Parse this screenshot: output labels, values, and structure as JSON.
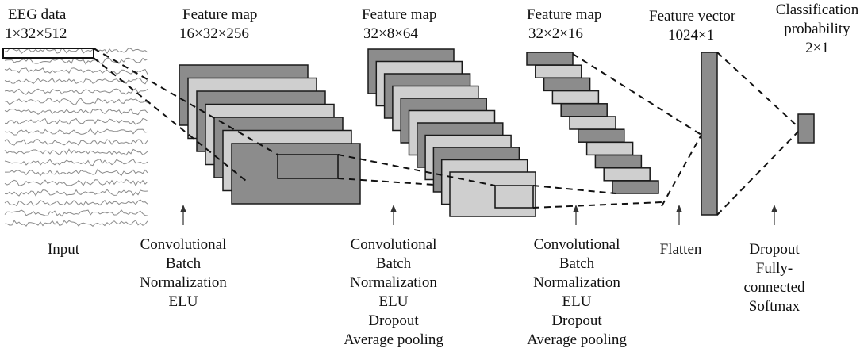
{
  "stages": [
    {
      "title": "EEG data",
      "dims": "1×32×512"
    },
    {
      "title": "Feature map",
      "dims": "16×32×256"
    },
    {
      "title": "Feature map",
      "dims": "32×8×64"
    },
    {
      "title": "Feature map",
      "dims": "32×2×16"
    },
    {
      "title": "Feature vector",
      "dims": "1024×1"
    },
    {
      "title": "Classification",
      "title2": "probability",
      "dims": "2×1"
    }
  ],
  "operations": [
    {
      "lines": [
        "Input"
      ]
    },
    {
      "lines": [
        "Convolutional",
        "Batch",
        "Normalization",
        "ELU"
      ]
    },
    {
      "lines": [
        "Convolutional",
        "Batch",
        "Normalization",
        "ELU",
        "Dropout",
        "Average pooling"
      ]
    },
    {
      "lines": [
        "Convolutional",
        "Batch",
        "Normalization",
        "ELU",
        "Dropout",
        "Average pooling"
      ]
    },
    {
      "lines": [
        "Flatten"
      ]
    },
    {
      "lines": [
        "Dropout",
        "Fully-",
        "connected",
        "Softmax"
      ]
    }
  ],
  "colors": {
    "dark": "#8c8c8c",
    "light": "#cfcfcf",
    "stroke": "#1a1a1a",
    "eeg": "#8a8a8a"
  }
}
